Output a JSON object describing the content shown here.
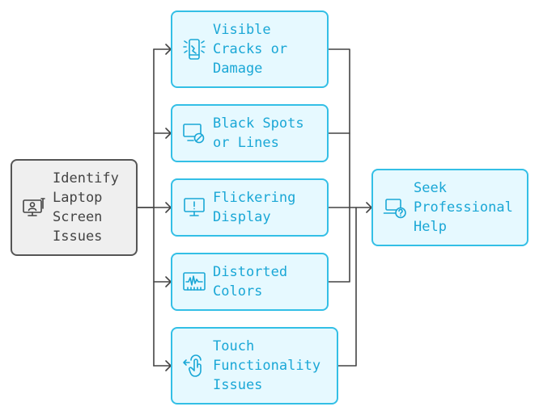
{
  "source": {
    "lines": [
      "Identify",
      "Laptop",
      "Screen",
      "Issues"
    ],
    "icon": "monitor-tools-icon"
  },
  "issues": [
    {
      "lines": [
        "Visible",
        "Cracks or",
        "Damage"
      ],
      "icon": "cracked-phone-icon"
    },
    {
      "lines": [
        "Black Spots",
        "or Lines"
      ],
      "icon": "monitor-blocked-icon"
    },
    {
      "lines": [
        "Flickering",
        "Display"
      ],
      "icon": "monitor-alert-icon"
    },
    {
      "lines": [
        "Distorted",
        "Colors"
      ],
      "icon": "monitor-waveform-icon"
    },
    {
      "lines": [
        "Touch",
        "Functionality",
        "Issues"
      ],
      "icon": "touch-hand-icon"
    }
  ],
  "target": {
    "lines": [
      "Seek",
      "Professional",
      "Help"
    ],
    "icon": "laptop-help-icon"
  },
  "colors": {
    "accent": "#33bfe6",
    "text": "#1aa7d6",
    "fill": "#e6f9ff",
    "source_border": "#555555",
    "source_fill": "#efefef",
    "connector": "#444444"
  }
}
